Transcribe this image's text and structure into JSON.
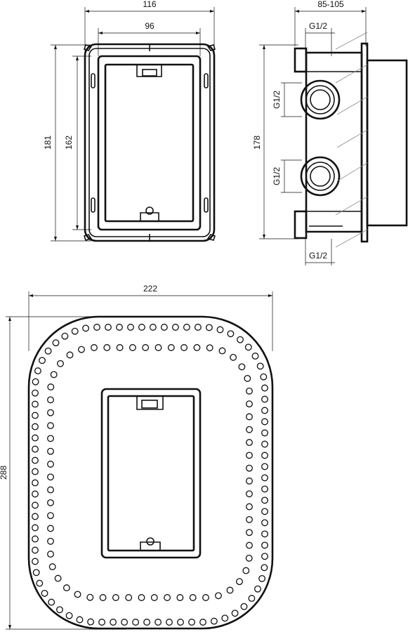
{
  "front_view": {
    "width_outer": "116",
    "width_inner": "96",
    "height_outer": "181",
    "height_inner": "162"
  },
  "side_view": {
    "depth": "85-105",
    "thread_top": "G1/2",
    "thread_upper_port": "G1/2",
    "height": "178",
    "thread_lower_port": "G1/2",
    "thread_bottom": "G1/2"
  },
  "plate_view": {
    "width": "222",
    "height": "288"
  }
}
